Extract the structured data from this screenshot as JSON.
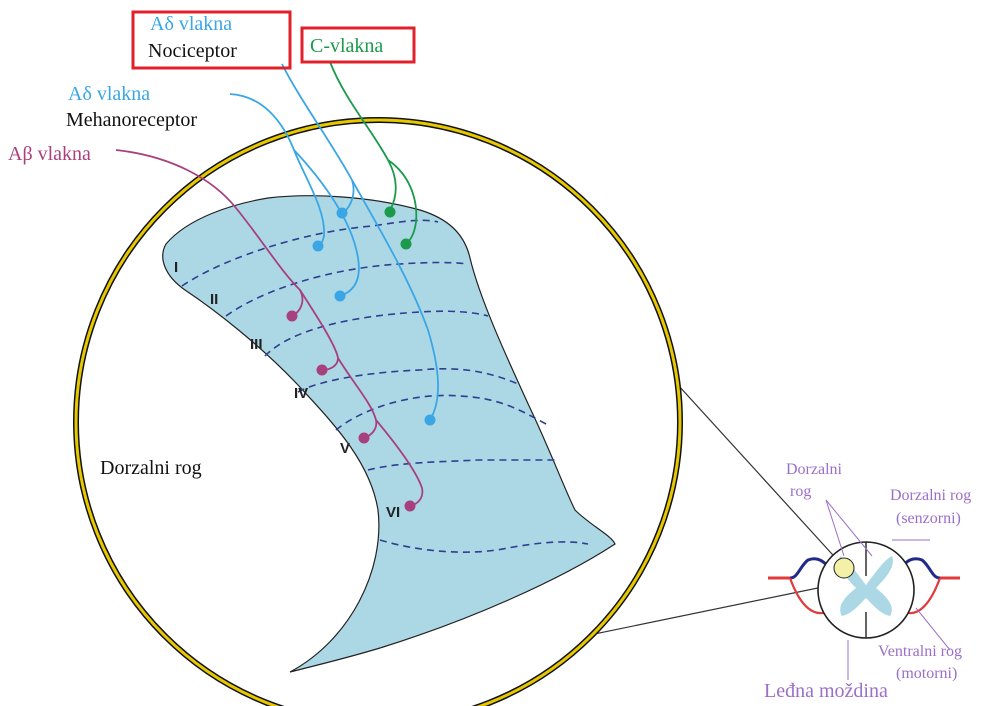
{
  "labels": {
    "ad_nociceptor_fiber": "Aδ vlakna",
    "nociceptor": "Nociceptor",
    "c_fiber": "C-vlakna",
    "ad_mechano_fiber": "Aδ vlakna",
    "mechanoreceptor": "Mehanoreceptor",
    "ab_fiber": "Aβ vlakna",
    "dorsal_horn": "Dorzalni rog",
    "small_dorsal_horn_line1": "Dorzalni",
    "small_dorsal_horn_line2": "rog",
    "dorsal_root_line1": "Dorzalni rog",
    "dorsal_root_line2": "(senzorni)",
    "ventral_root_line1": "Ventralni rog",
    "ventral_root_line2": "(motorni)",
    "spinal_cord": "Leđna moždina"
  },
  "laminae": [
    "I",
    "II",
    "III",
    "IV",
    "V",
    "VI"
  ],
  "colors": {
    "ad_fiber": "#3aa6e6",
    "c_fiber": "#1a9a4a",
    "ab_fiber": "#a8407e",
    "highlight_box": "#e0202a",
    "gray_matter": "#acd8e6",
    "lamina_border": "#2f3f8f",
    "lens_ring": "#e6c800",
    "small_label": "#9b6fc7",
    "dorsal_root": "#1f2a8a",
    "ventral_root": "#e03a3a"
  }
}
